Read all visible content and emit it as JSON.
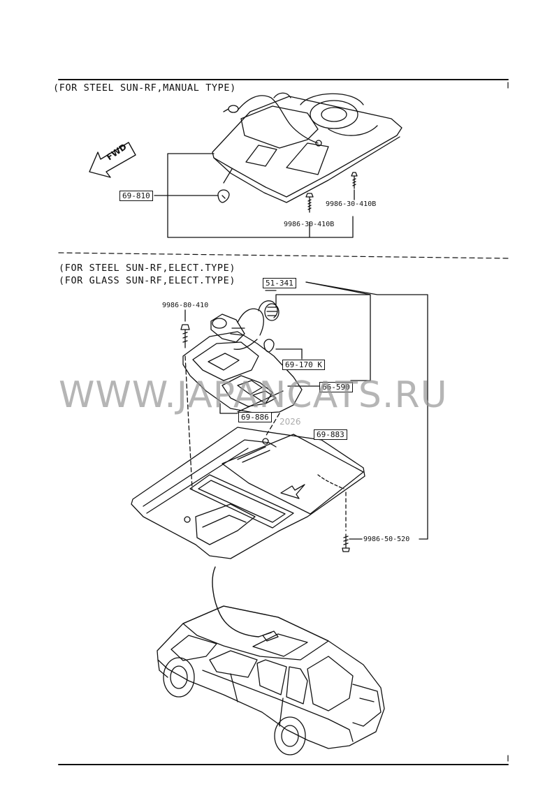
{
  "sections": {
    "manual": {
      "title": "(FOR STEEL SUN-RF,MANUAL TYPE)"
    },
    "electric": {
      "title_line1": "(FOR STEEL SUN-RF,ELECT.TYPE)",
      "title_line2": "(FOR GLASS SUN-RF,ELECT.TYPE)"
    }
  },
  "direction_arrow": {
    "label": "FWD",
    "icon": "arrow-left-icon"
  },
  "callouts": {
    "p69_810": "69-810",
    "p9986_30_410b_upper": "9986-30-410B",
    "p9986_30_410b_lower": "9986-30-410B",
    "p51_341": "51-341",
    "p9986_80_410": "9986-80-410",
    "p69_170k": "69-170 K",
    "p66_590": "66-590",
    "p69_886": "69-886",
    "p69_883": "69-883",
    "p9986_50_520": "9986-50-520"
  },
  "watermark": {
    "text": "WWW.JAPANCATS.RU",
    "code": "2026"
  }
}
